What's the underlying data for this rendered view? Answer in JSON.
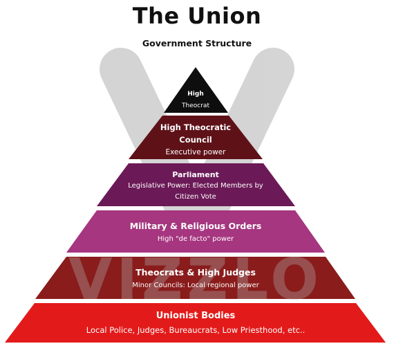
{
  "header": {
    "title": "The Union",
    "subtitle": "Government Structure"
  },
  "watermark": {
    "text": "VIZZLO"
  },
  "colors": {
    "level1": "#0e0e0e",
    "level2": "#5e1218",
    "level3": "#6b1a57",
    "level4": "#a5367f",
    "level5": "#8a1c1c",
    "level6": "#e31a1a",
    "watermark": "#9a9a9a"
  },
  "levels": [
    {
      "title": "High",
      "title2": "Theocrat",
      "desc": ""
    },
    {
      "title": "High Theocratic",
      "title2": "Council",
      "desc": "Executive power"
    },
    {
      "title": "Parliament",
      "desc": "Legislative Power: Elected Members by",
      "desc2": "Citizen Vote"
    },
    {
      "title": "Military & Religious Orders",
      "desc": "High \"de facto\" power"
    },
    {
      "title": "Theocrats & High Judges",
      "desc": "Minor Councils: Local regional power"
    },
    {
      "title": "Unionist Bodies",
      "desc": "Local Police, Judges, Bureaucrats, Low Priesthood, etc.."
    }
  ]
}
